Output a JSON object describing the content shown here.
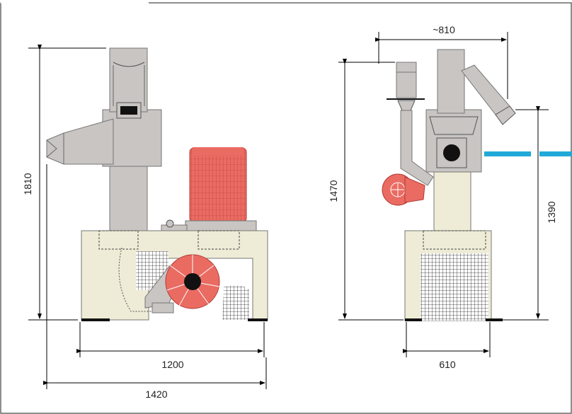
{
  "dimensions": {
    "front_height": "1810",
    "front_width_inner": "1200",
    "front_width_outer": "1420",
    "side_width_top": "~810",
    "side_height_outer": "1470",
    "side_height_inner": "1390",
    "side_width_base": "610"
  },
  "colors": {
    "cream": "#eeecd6",
    "gray": "#c8c5c3",
    "motor_red": "#ea6b62",
    "dark": "#111111",
    "accent_blue": "#21a9d8"
  }
}
